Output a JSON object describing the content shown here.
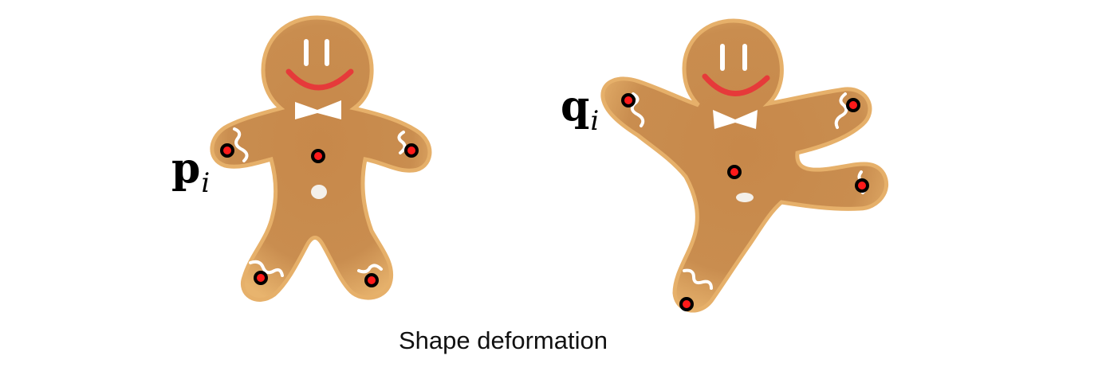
{
  "labels": {
    "source_symbol": "p",
    "source_subscript": "i",
    "target_symbol": "q",
    "target_subscript": "i"
  },
  "caption": "Shape deformation",
  "colors": {
    "cookie": "#c98a48",
    "cookie_edge": "#e8b36d",
    "icing": "#ffffff",
    "smile": "#e63a3a",
    "handle_fill": "#ff1a1a",
    "handle_ring": "#000000"
  },
  "figures": [
    {
      "name": "original-cookie",
      "handle_count": 5
    },
    {
      "name": "deformed-cookie",
      "handle_count": 5
    }
  ]
}
